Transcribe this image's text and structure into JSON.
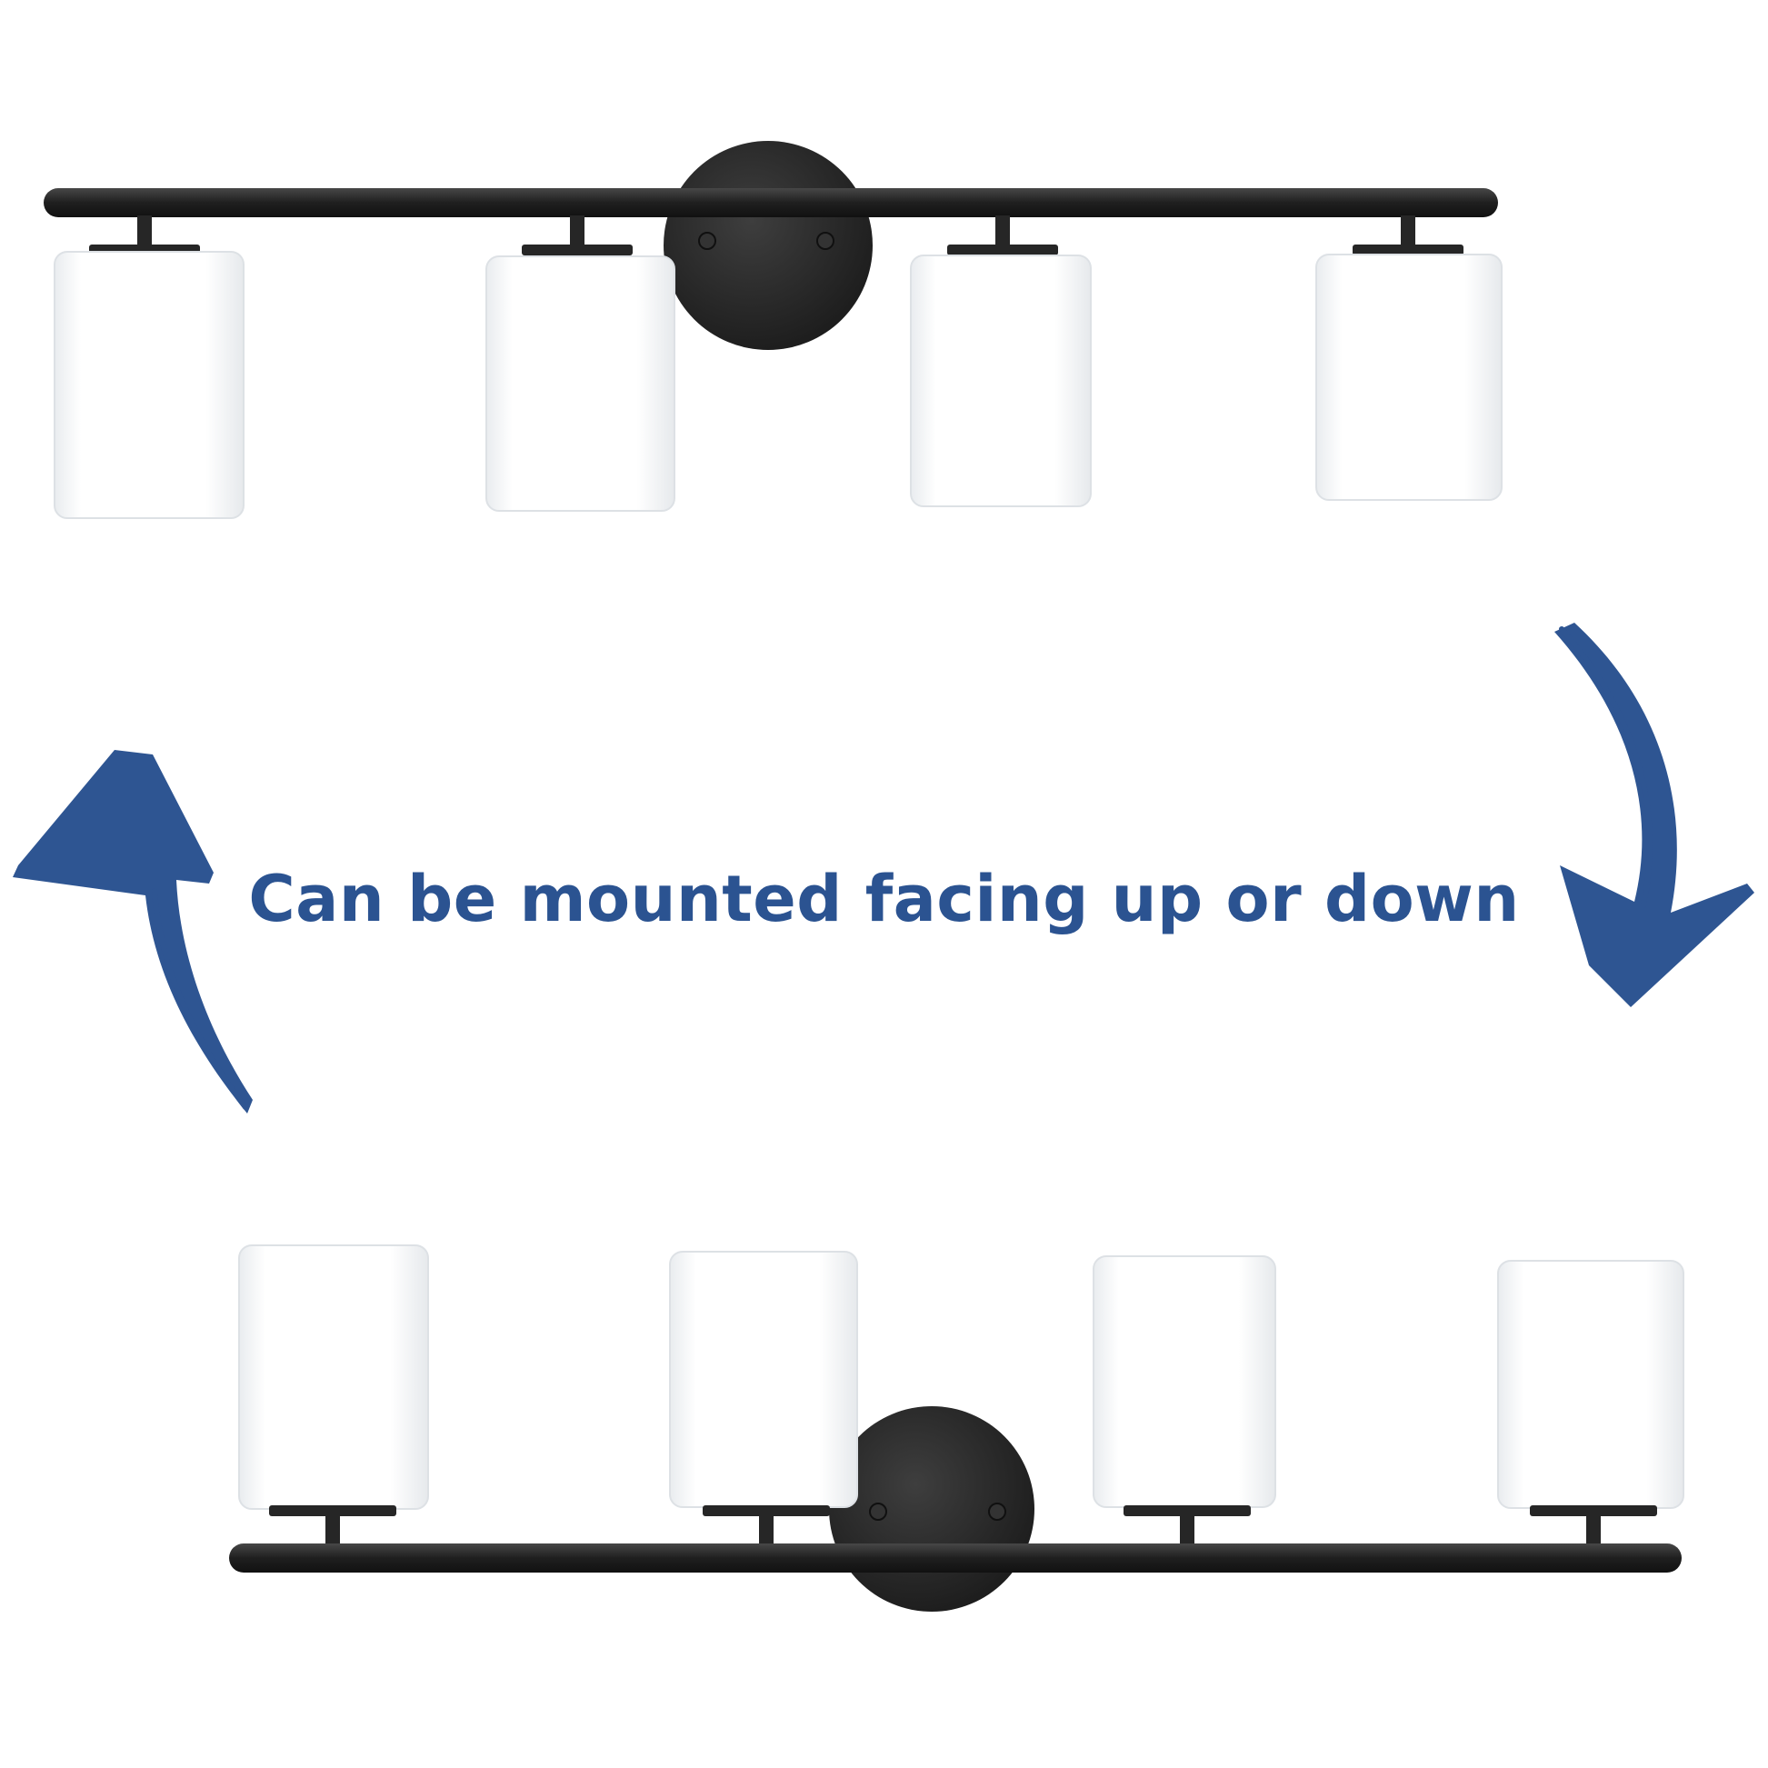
{
  "caption": "Can be mounted facing up or down",
  "colors": {
    "arrow": "#2e5592",
    "caption": "#2b5391",
    "metal": "#262626",
    "glass": "#ffffff"
  },
  "fixtures": [
    {
      "name": "fixture-top",
      "orientation": "shades-down",
      "shade_count": 4
    },
    {
      "name": "fixture-bottom",
      "orientation": "shades-up",
      "shade_count": 4
    }
  ],
  "arrows": [
    {
      "name": "arrow-up-icon",
      "direction": "up"
    },
    {
      "name": "arrow-down-icon",
      "direction": "down"
    }
  ]
}
